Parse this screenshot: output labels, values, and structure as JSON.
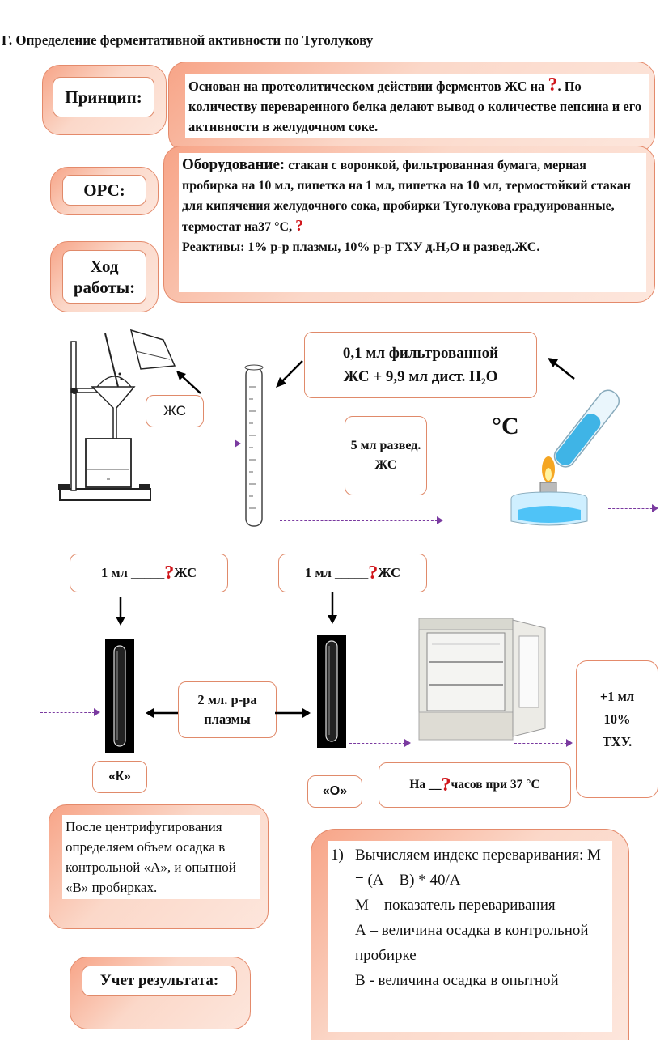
{
  "title": "Г. Определение ферментативной активности по Туголукову",
  "principle": {
    "label": "Принцип:",
    "text_part1": "Основан на протеолитическом действии ферментов ЖС на ",
    "q_mark": "?",
    "text_part2": ". По количеству переваренного белка делают вывод о количестве пепсина и его активности в желудочном соке."
  },
  "ors": {
    "label": "ОРС:"
  },
  "procedure": {
    "label": "Ход работы:"
  },
  "equipment": {
    "heading": "Оборудование:",
    "text": " стакан с воронкой, фильтрованная бумага, мерная пробирка на 10 мл, пипетка на 1 мл, пипетка на 10 мл, термостойкий стакан для кипячения желудочного сока, пробирки Туголукова градуированные, термостат на37 °С, ",
    "q_mark": "?",
    "reagents": "Реактивы: 1% р-р плазмы, 10% р-р ТХУ д.Н₂О и развед.ЖС."
  },
  "flow": {
    "zhs_label": "ЖС",
    "dilution_line1": "0,1 мл фильтрованной",
    "dilution_line2": "ЖС + 9,9 мл дист. Н₂О",
    "five_ml": "5 мл развед. ЖС",
    "degree_c": "°С",
    "one_ml_left_a": "1 мл _____",
    "one_ml_left_q": "?",
    "one_ml_left_b": " ЖС",
    "one_ml_right_a": "1 мл _____",
    "one_ml_right_q": "?",
    "one_ml_right_b": " ЖС",
    "plasma": "2 мл. р-ра плазмы",
    "tube_k": "«К»",
    "tube_o": "«О»",
    "incubate_a": "На __",
    "incubate_q": "?",
    "incubate_b": " часов при 37 °С",
    "tca": "+1 мл 10% ТХУ."
  },
  "centrifuge_note": "После центрифугирования определяем объем осадка в контрольной «А», и опытной «В» пробирках.",
  "results": {
    "label": "Учет результата:"
  },
  "calc": {
    "num": "1)",
    "line1": "Вычисляем индекс переваривания: М = (А – В) * 40/А",
    "line2": "М – показатель переваривания",
    "line3": "А – величина осадка в контрольной пробирке",
    "line4": "В - величина осадка в опытной"
  }
}
